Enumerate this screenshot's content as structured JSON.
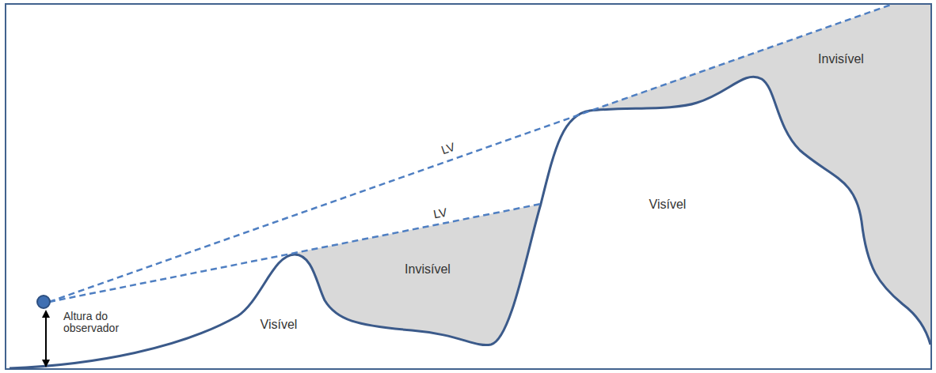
{
  "diagram": {
    "labels": [
      "LV",
      "LV",
      "Invisível",
      "Visível",
      "Invisível",
      "Visível",
      "Altura do observador"
    ]
  }
}
